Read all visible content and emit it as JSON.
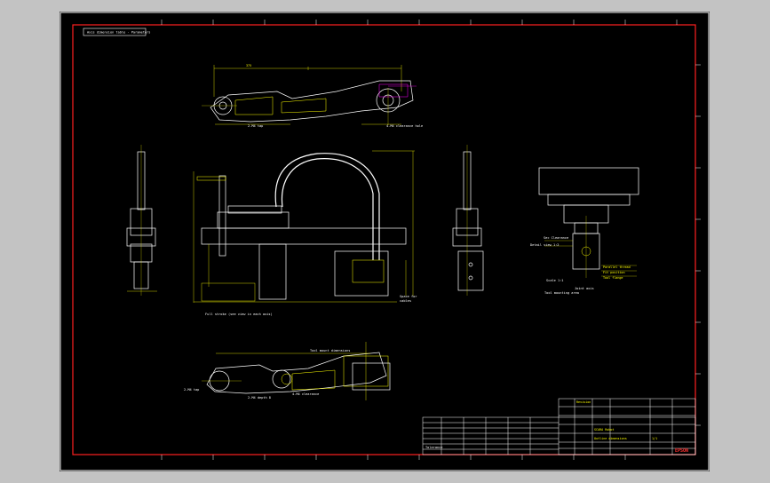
{
  "sheet": {
    "label": "Axis dimension table - Parameters"
  },
  "top_view": {
    "dim": "375",
    "note_left": "2-M4 tap",
    "note_right": "4-M4 clearance hole"
  },
  "front_view": {
    "note": "Full stroke (see view in each axis)",
    "space_note": "Space for",
    "space_note_2": "cables"
  },
  "detail": {
    "label_1": "Sec Clearance",
    "label_2": "Detail view 1:2",
    "label_3": "Parallel thread",
    "label_4": "Fit position",
    "label_5": "Tool flange",
    "label_6": "Scale 1:1",
    "label_7": "Joint axis",
    "label_8": "Tool mounting area"
  },
  "bottom_view": {
    "note_top": "Tool mount dimensions",
    "note_left": "2-M4 depth 8",
    "note_mid": "4-M4 clearance",
    "note_far_left": "2-M4 tap"
  },
  "title_block": {
    "header": "Revision",
    "drawing_name": "SCARA Robot",
    "model": "Outline dimensions",
    "sheet": "1/1",
    "tolerance": "Tolerance",
    "company": "EPSON"
  }
}
